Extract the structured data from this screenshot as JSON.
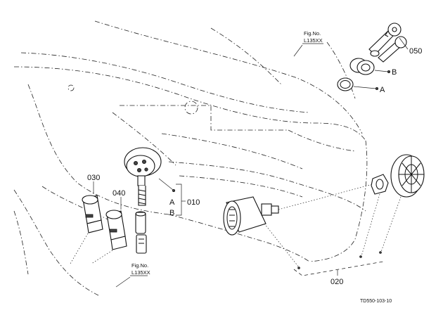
{
  "diagram": {
    "part_labels": {
      "p010": "010",
      "p020": "020",
      "p030": "030",
      "p040": "040",
      "p050": "050"
    },
    "variant_labels": {
      "a_right": "A",
      "b_right": "B",
      "a_left": "A",
      "b_left": "B"
    },
    "fig_refs": {
      "top": {
        "line1": "Fig.No.",
        "line2": "L135XX"
      },
      "bottom": {
        "line1": "Fig.No.",
        "line2": "L135XX"
      }
    },
    "drawing_code": "TD550-103-10"
  }
}
